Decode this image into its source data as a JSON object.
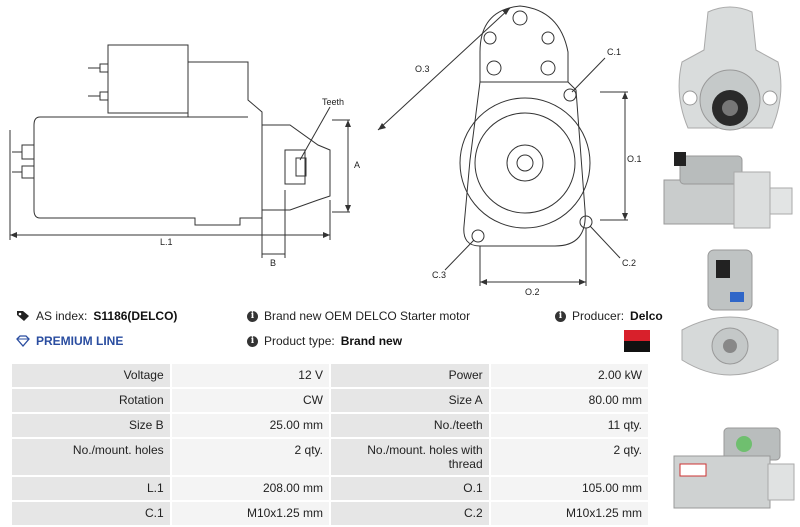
{
  "drawing": {
    "labels": {
      "teeth": "Teeth",
      "a": "A",
      "b": "B",
      "l1": "L.1",
      "o3": "O.3",
      "c1": "C.1",
      "o1": "O.1",
      "c3": "C.3",
      "c2": "C.2",
      "o2": "O.2"
    }
  },
  "info": {
    "as_index_label": "AS index:",
    "as_index_value": "S1186(DELCO)",
    "premium_label": "PREMIUM LINE",
    "description": "Brand new OEM DELCO Starter motor",
    "product_type_label": "Product type:",
    "product_type_value": "Brand new",
    "producer_label": "Producer:",
    "producer_value": "Delco"
  },
  "specs": [
    [
      "Voltage",
      "12 V",
      "Power",
      "2.00 kW"
    ],
    [
      "Rotation",
      "CW",
      "Size A",
      "80.00 mm"
    ],
    [
      "Size B",
      "25.00 mm",
      "No./teeth",
      "11 qty."
    ],
    [
      "No./mount. holes",
      "2 qty.",
      "No./mount. holes with thread",
      "2 qty."
    ],
    [
      "L.1",
      "208.00 mm",
      "O.1",
      "105.00 mm"
    ],
    [
      "C.1",
      "M10x1.25 mm",
      "C.2",
      "M10x1.25 mm"
    ]
  ],
  "colors": {
    "premium": "#2a4da0",
    "swatch_top": "#d8202b",
    "swatch_bottom": "#111111"
  }
}
